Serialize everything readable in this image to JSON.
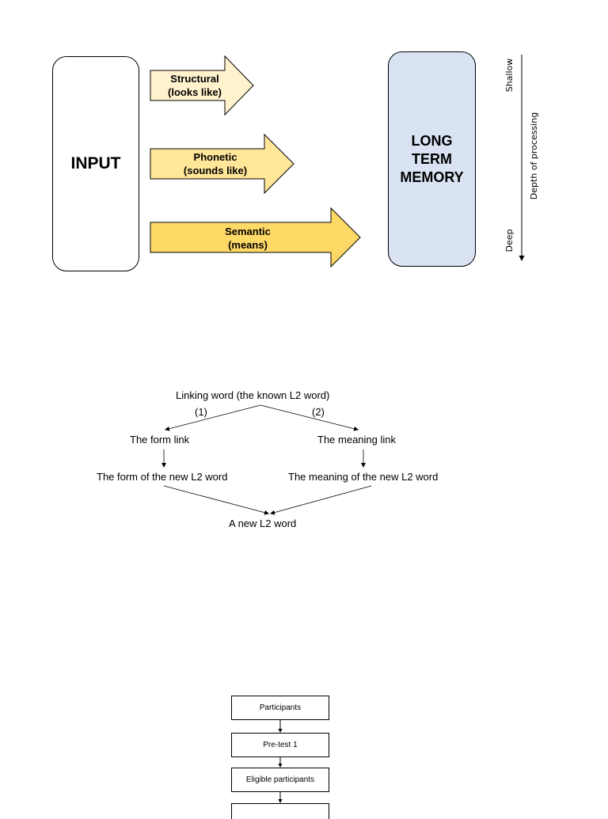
{
  "figure1": {
    "input_label": "INPUT",
    "memory_label_lines": [
      "LONG",
      "TERM",
      "MEMORY"
    ],
    "arrows": [
      {
        "line1": "Structural",
        "line2": "(looks like)",
        "color": "#fff2cc"
      },
      {
        "line1": "Phonetic",
        "line2": "(sounds like)",
        "color": "#ffe699"
      },
      {
        "line1": "Semantic",
        "line2": "(means)",
        "color": "#ffd966"
      }
    ],
    "scale": {
      "top_label": "Shallow",
      "bottom_label": "Deep",
      "axis_label": "Depth of processing"
    }
  },
  "figure2": {
    "top": "Linking word (the known L2 word)",
    "branch1_num": "(1)",
    "branch2_num": "(2)",
    "left_link": "The form link",
    "right_link": "The meaning link",
    "left_result": "The form of the new L2 word",
    "right_result": "The meaning of the new L2 word",
    "bottom": "A new L2 word"
  },
  "figure3": {
    "steps": [
      "Participants",
      "Pre-test 1",
      "Eligible participants",
      ""
    ]
  }
}
